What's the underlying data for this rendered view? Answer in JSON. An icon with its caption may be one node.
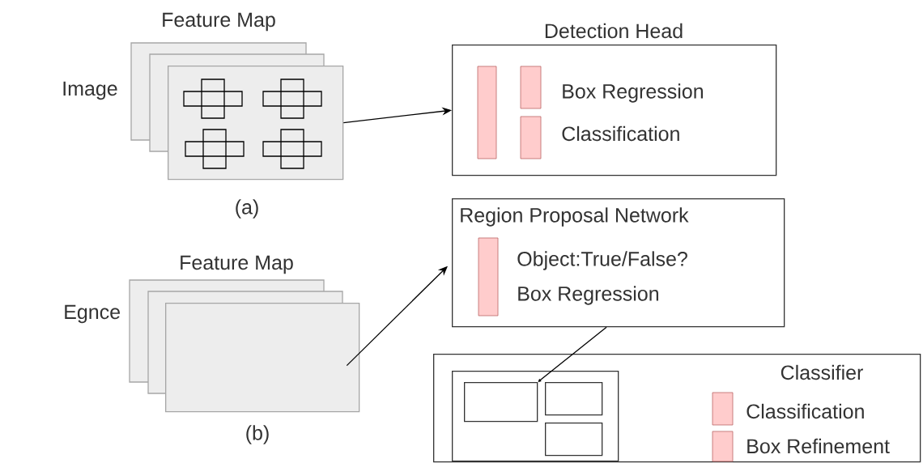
{
  "diagram": {
    "nodes": [
      {
        "text": [
          "Feature Map"
        ],
        "beside": [
          "(a)"
        ]
      },
      {
        "text": [
          "Detection Head",
          "Box Regression",
          "Classification"
        ]
      },
      {
        "text": [
          "Feature Map"
        ],
        "beside": [
          "(b)"
        ]
      },
      {
        "text": [
          "Region Proposal Network",
          "Object:True/False?",
          "Box Regression"
        ]
      },
      {
        "text": [
          "Classifier",
          "Classification",
          "Box Refinement"
        ]
      },
      {
        "text": [],
        "shape": "box",
        "in": 4
      },
      {
        "text": [],
        "shape": "box",
        "in": 5
      },
      {
        "text": [],
        "shape": "box",
        "in": 5
      },
      {
        "text": [],
        "shape": "box",
        "in": 5
      }
    ],
    "edges": [
      {
        "from": 0,
        "to": 1,
        "arrow": "to"
      },
      {
        "from": 2,
        "to": 3,
        "arrow": "to"
      },
      {
        "from": 3,
        "to": 6,
        "arrow": "to"
      }
    ],
    "labels": [
      "Image",
      "Egnce"
    ]
  }
}
